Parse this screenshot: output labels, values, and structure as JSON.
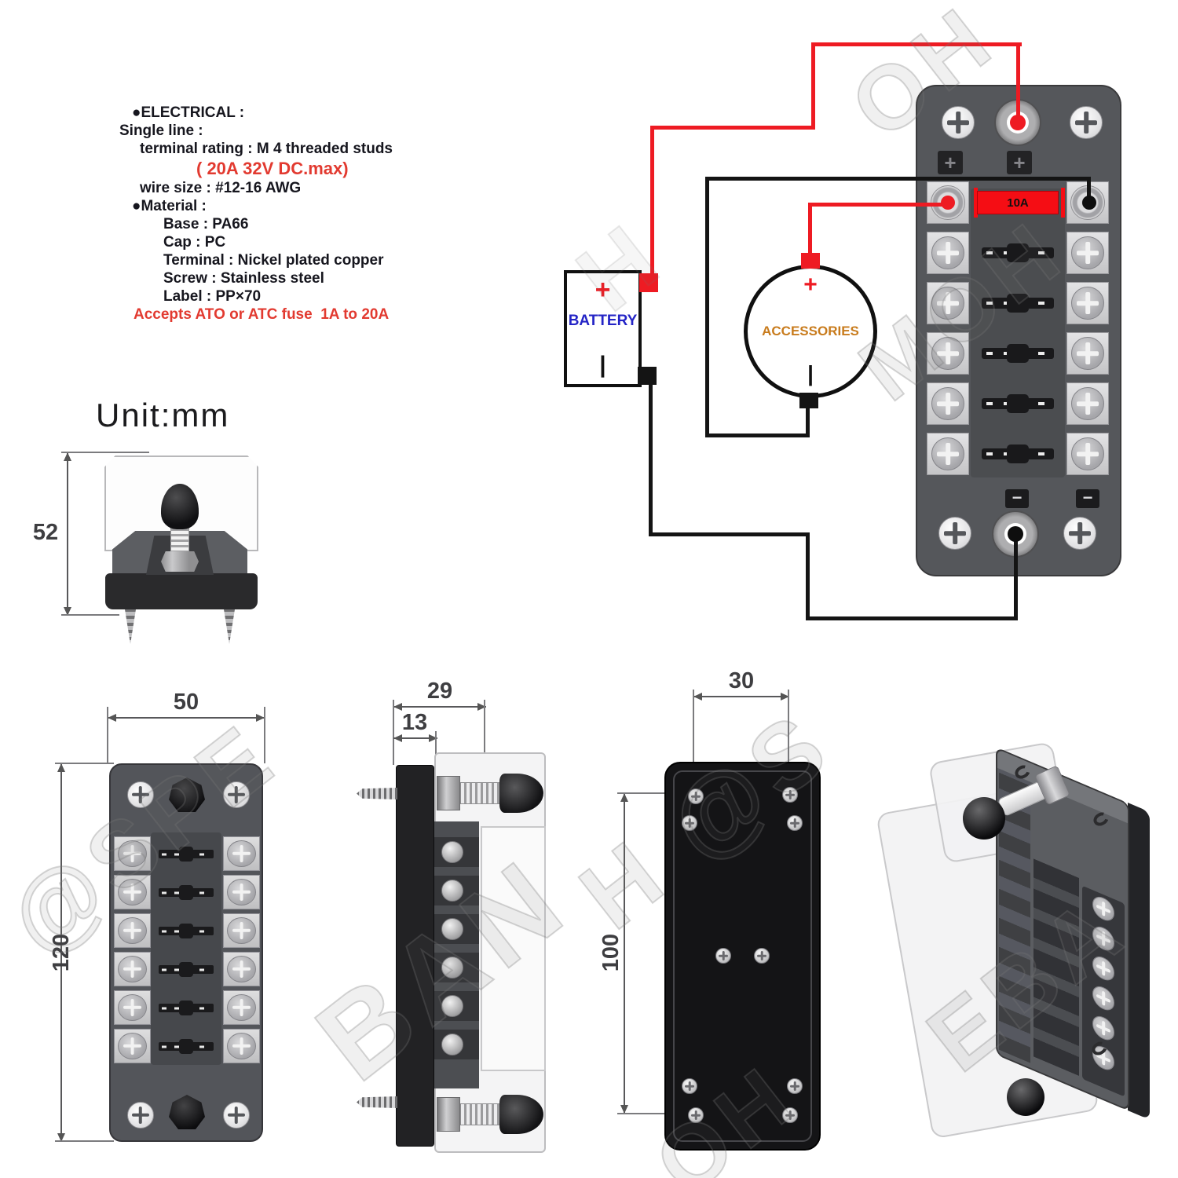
{
  "specs": {
    "lines": [
      {
        "text": "●ELECTRICAL :"
      },
      {
        "text": "Single line :"
      },
      {
        "text": "terminal rating : M 4 threaded studs"
      },
      {
        "text": "( 20A 32V DC.max)"
      },
      {
        "text": "wire size : #12-16 AWG"
      },
      {
        "text": "●Material :"
      },
      {
        "text": "Base : PA66"
      },
      {
        "text": "Cap : PC"
      },
      {
        "text": "Terminal : Nickel plated copper"
      },
      {
        "text": "Screw : Stainless steel"
      },
      {
        "text": "Label : PP×70"
      },
      {
        "text": "Accepts ATO or ATC fuse  1A to 20A"
      }
    ]
  },
  "unit_label": "Unit:mm",
  "wiring": {
    "battery": {
      "label": "BATTERY",
      "plus": "+",
      "minus": "|"
    },
    "accessories": {
      "label": "ACCESSORIES",
      "plus": "+",
      "minus": "|"
    },
    "fuse_block": {
      "fuse_label": "10A",
      "plus_marker": "+",
      "minus_marker": "−"
    }
  },
  "dimensions": {
    "holder_height": "52",
    "front_width": "50",
    "front_height": "120",
    "side_depth": "29",
    "side_step": "13",
    "back_hole_spacing": "30",
    "back_hole_pitch": "100"
  },
  "watermarks": [
    {
      "text": "OH"
    },
    {
      "text": "MOH"
    },
    {
      "text": "H"
    },
    {
      "text": "@SPE"
    },
    {
      "text": "BAN"
    },
    {
      "text": "H @S"
    },
    {
      "text": "OH"
    },
    {
      "text": "EBA"
    }
  ],
  "colors": {
    "wire_red": "#ee1b23",
    "fuse_red": "#f50d14",
    "battery_blue": "#2424c6",
    "accessories_orange": "#c87b1c",
    "spec_red": "#e23a30",
    "body_gray": "#55575b"
  }
}
